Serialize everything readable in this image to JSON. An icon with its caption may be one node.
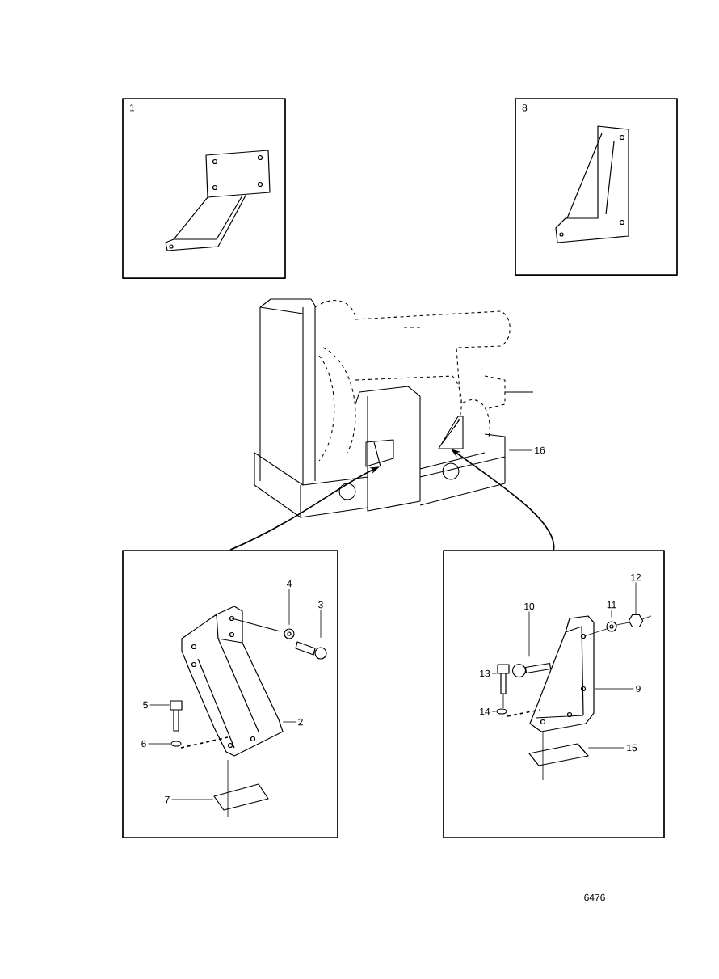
{
  "diagram": {
    "nodes": [
      {
        "text": [
          "1"
        ]
      },
      {
        "text": [
          "8"
        ]
      },
      {
        "text": [],
        "shape": "picture"
      },
      {
        "text": [],
        "shape": "picture",
        "in": 2
      },
      {
        "text": [],
        "shape": "picture",
        "in": 2
      },
      {
        "text": [],
        "shape": "box"
      },
      {
        "text": [],
        "shape": "box"
      },
      {
        "text": [
          "4"
        ],
        "in": 5
      },
      {
        "text": [
          "3"
        ],
        "in": 5
      },
      {
        "text": [
          "5"
        ],
        "in": 5
      },
      {
        "text": [
          "2"
        ],
        "in": 5
      },
      {
        "text": [
          "6"
        ],
        "in": 5
      },
      {
        "text": [
          "7"
        ],
        "in": 5
      },
      {
        "text": [
          "10"
        ],
        "in": 6
      },
      {
        "text": [
          "11"
        ],
        "in": 6
      },
      {
        "text": [
          "12"
        ],
        "in": 6
      },
      {
        "text": [
          "13"
        ],
        "in": 6
      },
      {
        "text": [
          "9"
        ],
        "in": 6
      },
      {
        "text": [
          "14"
        ],
        "in": 6
      },
      {
        "text": [
          "15"
        ],
        "in": 6
      },
      {
        "text": [
          "16"
        ]
      },
      {
        "text": [],
        "shape": "picture",
        "in": 5
      },
      {
        "text": [],
        "shape": "picture",
        "in": 5
      },
      {
        "text": [],
        "shape": "picture",
        "in": 5
      },
      {
        "text": [],
        "shape": "picture",
        "in": 5
      },
      {
        "text": [],
        "shape": "picture",
        "in": 5
      },
      {
        "text": [],
        "shape": "picture",
        "in": 5
      },
      {
        "text": [],
        "shape": "picture",
        "in": 6
      },
      {
        "text": [],
        "shape": "picture",
        "in": 6
      },
      {
        "text": [],
        "shape": "picture",
        "in": 6
      },
      {
        "text": [],
        "shape": "picture",
        "in": 6
      },
      {
        "text": [],
        "shape": "picture",
        "in": 6
      },
      {
        "text": [],
        "shape": "picture",
        "in": 6
      },
      {
        "text": [],
        "shape": "picture",
        "in": 6
      }
    ],
    "edges": [
      {
        "from": 5,
        "to": 3,
        "arrow": "to"
      },
      {
        "from": 6,
        "to": 4,
        "arrow": "to"
      },
      {
        "from": 7,
        "to": 21,
        "arrow": "none"
      },
      {
        "from": 8,
        "to": 22,
        "arrow": "none"
      },
      {
        "from": 9,
        "to": 23,
        "arrow": "none"
      },
      {
        "from": 10,
        "to": 24,
        "arrow": "none"
      },
      {
        "from": 11,
        "to": 25,
        "arrow": "none"
      },
      {
        "from": 12,
        "to": 26,
        "arrow": "none"
      },
      {
        "from": 13,
        "to": 27,
        "arrow": "none"
      },
      {
        "from": 14,
        "to": 28,
        "arrow": "none"
      },
      {
        "from": 15,
        "to": 29,
        "arrow": "none"
      },
      {
        "from": 16,
        "to": 30,
        "arrow": "none"
      },
      {
        "from": 17,
        "to": 31,
        "arrow": "none"
      },
      {
        "from": 18,
        "to": 32,
        "arrow": "none"
      },
      {
        "from": 19,
        "to": 33,
        "arrow": "none"
      },
      {
        "from": 20,
        "to": 2,
        "arrow": "none"
      }
    ],
    "labels": [
      "6476"
    ]
  }
}
